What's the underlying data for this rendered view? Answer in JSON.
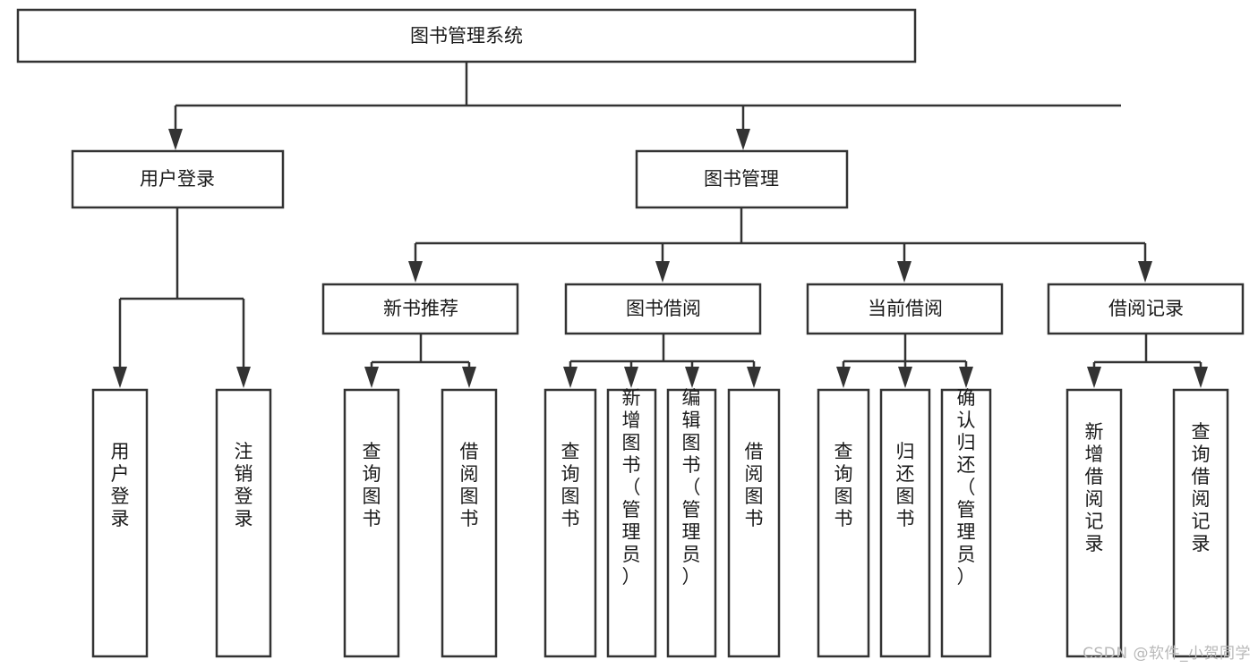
{
  "diagram": {
    "title": "图书管理系统",
    "type": "tree-hierarchy",
    "root": {
      "label": "图书管理系统"
    },
    "level2": [
      {
        "label": "用户登录"
      },
      {
        "label": "图书管理"
      }
    ],
    "level3": [
      {
        "label": "新书推荐"
      },
      {
        "label": "图书借阅"
      },
      {
        "label": "当前借阅"
      },
      {
        "label": "借阅记录"
      }
    ],
    "leaves": {
      "user_login": [
        {
          "label": "用户登录"
        },
        {
          "label": "注销登录"
        }
      ],
      "new_book_recommend": [
        {
          "label": "查询图书"
        },
        {
          "label": "借阅图书"
        }
      ],
      "book_borrow": [
        {
          "label": "查询图书"
        },
        {
          "label": "新增图书（管理员）"
        },
        {
          "label": "编辑图书（管理员）"
        },
        {
          "label": "借阅图书"
        }
      ],
      "current_borrow": [
        {
          "label": "查询图书"
        },
        {
          "label": "归还图书"
        },
        {
          "label": "确认归还（管理员）"
        }
      ],
      "borrow_record": [
        {
          "label": "新增借阅记录"
        },
        {
          "label": "查询借阅记录"
        }
      ]
    }
  },
  "watermark": {
    "text": "CSDN @软件_小贺同学"
  },
  "colors": {
    "stroke": "#333333",
    "fill": "#ffffff",
    "text": "#1a1a1a",
    "watermark": "#b8b8b8"
  }
}
